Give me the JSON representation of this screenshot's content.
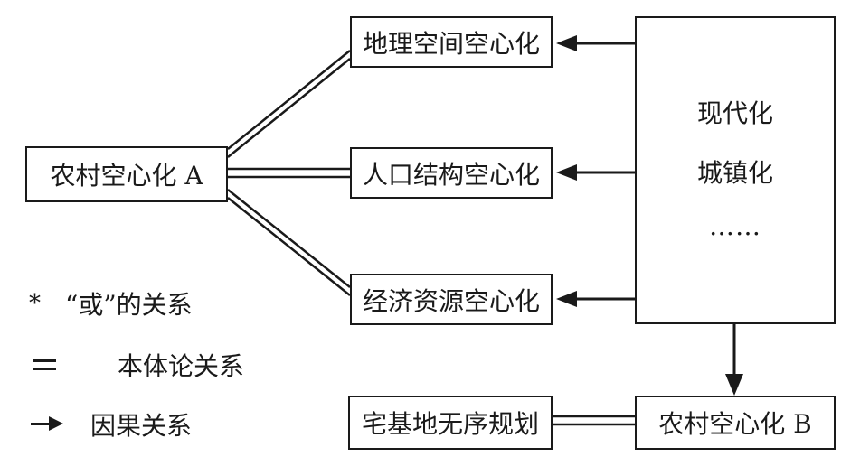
{
  "nodes": {
    "rural_hollowing_a": "农村空心化 A",
    "geo_hollowing": "地理空间空心化",
    "population_hollowing": "人口结构空心化",
    "economic_hollowing": "经济资源空心化",
    "drivers": [
      "现代化",
      "城镇化",
      "……"
    ],
    "homestead_planning": "宅基地无序规划",
    "rural_hollowing_b": "农村空心化 B"
  },
  "legend": {
    "or_symbol": "*",
    "or_label": "“或”的关系",
    "ontological_label": "本体论关系",
    "causal_label": "因果关系"
  },
  "colors": {
    "line": "#1a1a1a",
    "background": "#ffffff"
  }
}
